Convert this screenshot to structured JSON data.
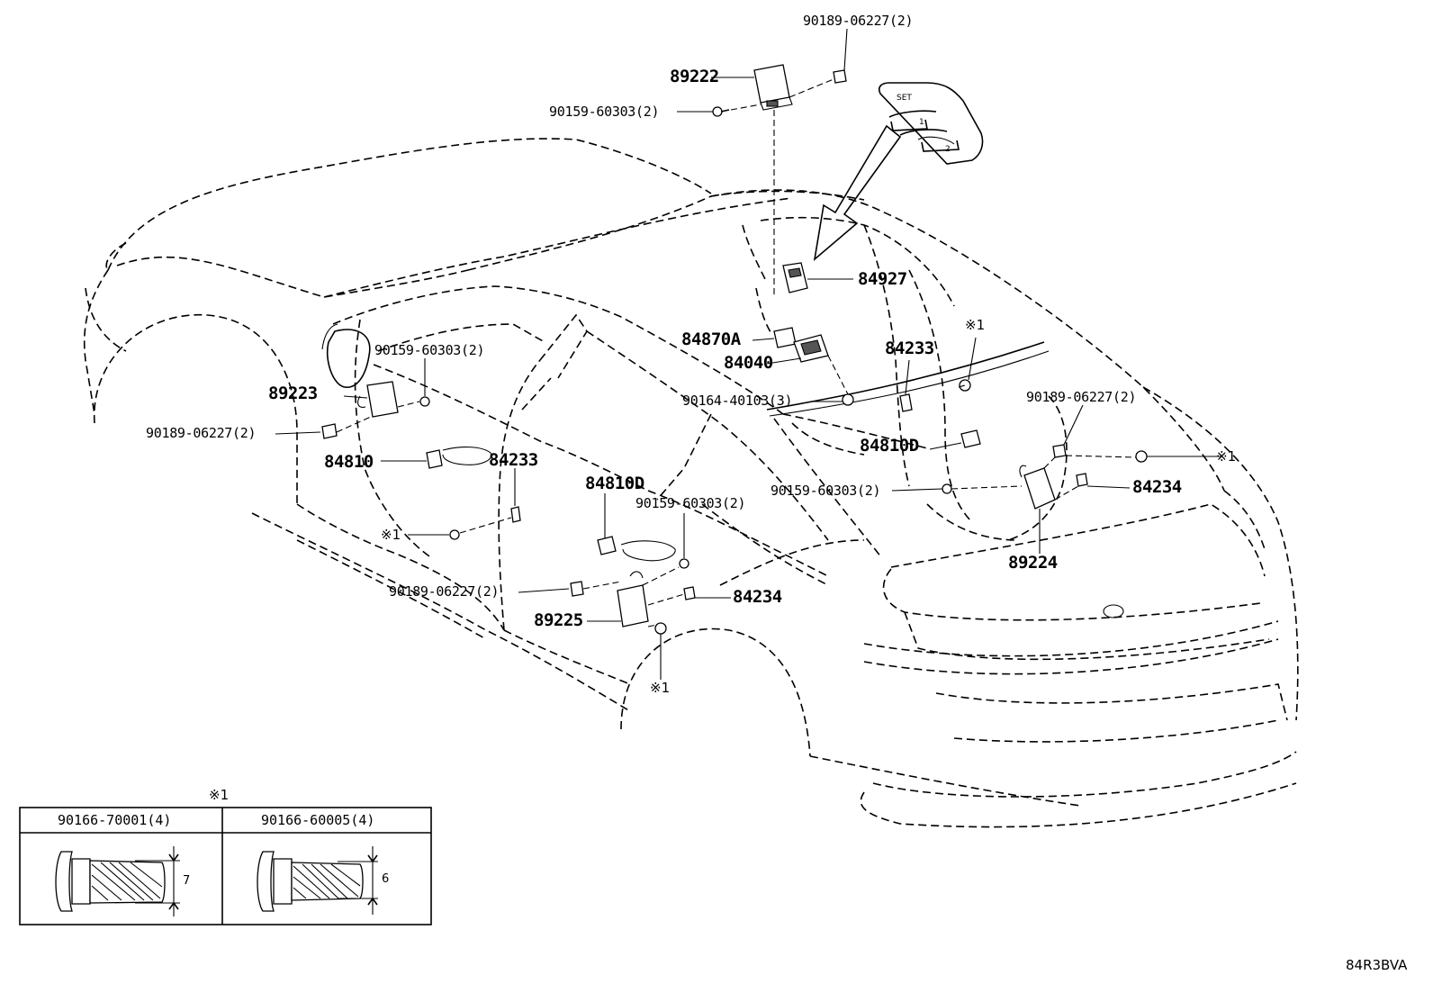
{
  "parts": {
    "p89222": "89222",
    "p90189_top": "90189-06227(2)",
    "p90159_top": "90159-60303(2)",
    "p84927": "84927",
    "p84870A": "84870A",
    "p84040": "84040",
    "p84233_r": "84233",
    "ref_mid": "※1",
    "p90164": "90164-40103(3)",
    "p90189_r": "90189-06227(2)",
    "p84810D_r": "84810D",
    "ref_r": "※1",
    "p90159_r": "90159-60303(2)",
    "p84234_r": "84234",
    "p89224": "89224",
    "p90159_left": "90159-60303(2)",
    "p89223": "89223",
    "p90189_left": "90189-06227(2)",
    "p84810": "84810",
    "p84233_l": "84233",
    "p84810D_l": "84810D",
    "p90159_mid": "90159-60303(2)",
    "ref_left": "※1",
    "p90189_bottom": "90189-06227(2)",
    "p84234_l": "84234",
    "p89225": "89225",
    "ref_bottom": "※1"
  },
  "switch_panel": {
    "set_label": "SET",
    "btn1": "1",
    "btn2": "2"
  },
  "fastener_table": {
    "ref_title": "※1",
    "col1_code": "90166-70001(4)",
    "col2_code": "90166-60005(4)",
    "col1_dim": "7",
    "col2_dim": "6"
  },
  "diagram_code": "84R3BVA"
}
